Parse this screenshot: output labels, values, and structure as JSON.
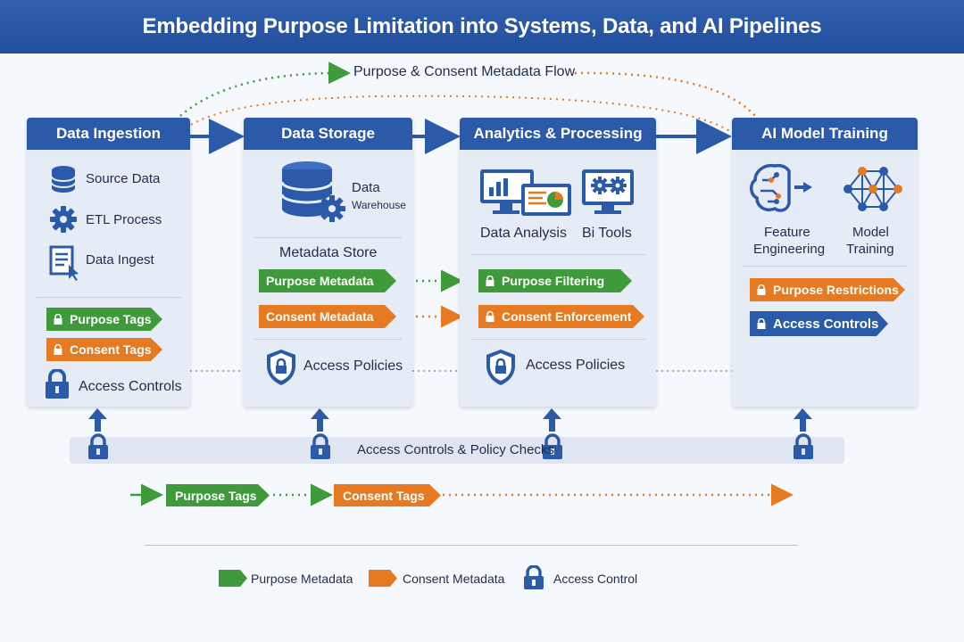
{
  "title": "Embedding Purpose Limitation into Systems, Data, and AI Pipelines",
  "flow_title": "Purpose & Consent Metadata Flow",
  "colors": {
    "blue": "#2b5aa8",
    "green": "#3f9a3c",
    "orange": "#e57a22",
    "card": "#e6ecf5"
  },
  "cards": {
    "ingestion": {
      "title": "Data Ingestion",
      "items": [
        "Source Data",
        "ETL Process",
        "Data Ingest"
      ],
      "purpose_tag": "Purpose Tags",
      "consent_tag": "Consent Tags",
      "access": "Access Controls"
    },
    "storage": {
      "title": "Data Storage",
      "warehouse_line1": "Data",
      "warehouse_line2": "Warehouse",
      "metadata_store": "Metadata Store",
      "purpose_tag": "Purpose Metadata",
      "consent_tag": "Consent Metadata",
      "access": "Access Policies"
    },
    "analytics": {
      "title": "Analytics & Processing",
      "item1": "Data Analysis",
      "item2": "Bi Tools",
      "purpose_tag": "Purpose Filtering",
      "consent_tag": "Consent Enforcement",
      "access": "Access Policies"
    },
    "training": {
      "title": "AI Model Training",
      "item1_line1": "Feature",
      "item1_line2": "Engineering",
      "item2_line1": "Model",
      "item2_line2": "Training",
      "purpose_tag": "Purpose Restrictions",
      "access_tag": "Access Controls"
    }
  },
  "policy_strip": "Access Controls & Policy Checks",
  "bottom_flow": {
    "purpose": "Purpose Tags",
    "consent": "Consent Tags"
  },
  "legend": {
    "purpose": "Purpose Metadata",
    "consent": "Consent Metadata",
    "access": "Access Control"
  }
}
